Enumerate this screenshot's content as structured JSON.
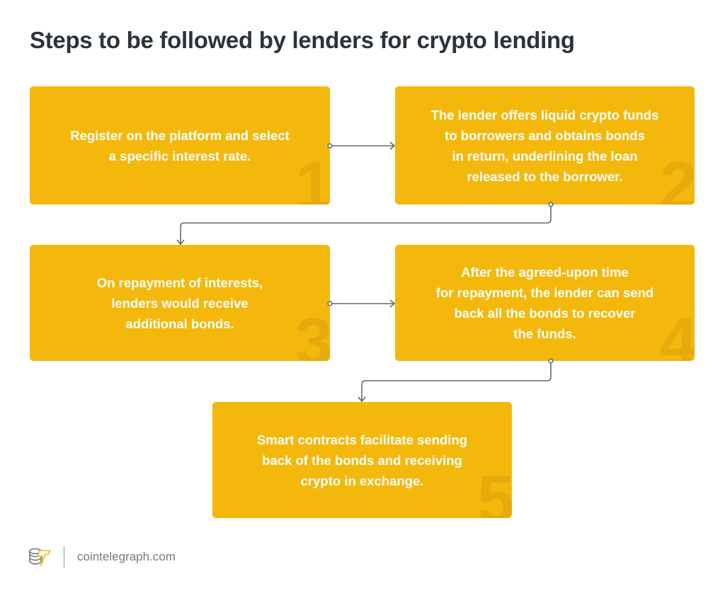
{
  "title": "Steps to be followed by lenders for crypto lending",
  "steps": [
    {
      "number": "1",
      "text": "Register on the platform and select\na specific interest rate."
    },
    {
      "number": "2",
      "text": "The lender offers liquid crypto funds\nto borrowers and obtains bonds\nin return, underlining the loan\nreleased to the borrower."
    },
    {
      "number": "3",
      "text": "On repayment of interests,\nlenders would receive\nadditional bonds."
    },
    {
      "number": "4",
      "text": "After the agreed-upon time\nfor repayment, the lender can send\nback all the bonds to recover\nthe funds."
    },
    {
      "number": "5",
      "text": "Smart contracts facilitate sending\nback of the bonds and receiving\ncrypto in exchange."
    }
  ],
  "footer": {
    "site": "cointelegraph.com",
    "logo": "cointelegraph-logo"
  },
  "colors": {
    "box": "#f4b80c",
    "number": "#e5ab0b",
    "connector": "#5b6b76",
    "title": "#2a343a"
  }
}
